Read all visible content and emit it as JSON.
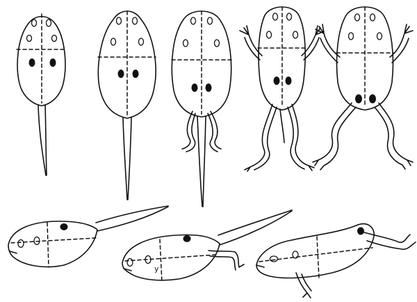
{
  "figure": {
    "stages_top_row": [
      "tadpole-stage-1",
      "tadpole-stage-2",
      "tadpole-stage-3-hindlimbs",
      "froglet-stage-4",
      "frog-stage-5"
    ],
    "stages_side_row": [
      "side-tadpole-1",
      "side-tadpole-2-hindlimb",
      "side-frog-3"
    ],
    "annotation_y": "y",
    "colors": {
      "line": "#111111",
      "background": "#ffffff",
      "spot": "#111111"
    }
  }
}
